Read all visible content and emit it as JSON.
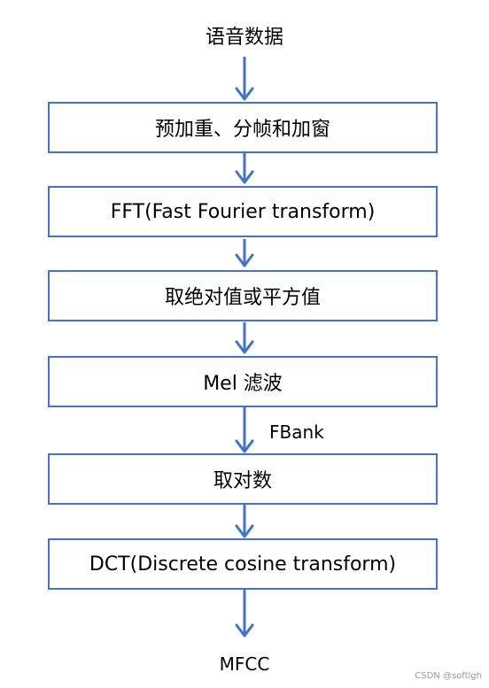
{
  "input_label": "语音数据",
  "steps": [
    "预加重、分帧和加窗",
    "FFT(Fast Fourier transform)",
    "取绝对值或平方值",
    "Mel 滤波",
    "取对数",
    "DCT(Discrete cosine transform)"
  ],
  "edge_label": "FBank",
  "output_label": "MFCC",
  "watermark": "CSDN @softlgh",
  "colors": {
    "box_border": "#4472c4",
    "arrow": "#4472c4"
  }
}
